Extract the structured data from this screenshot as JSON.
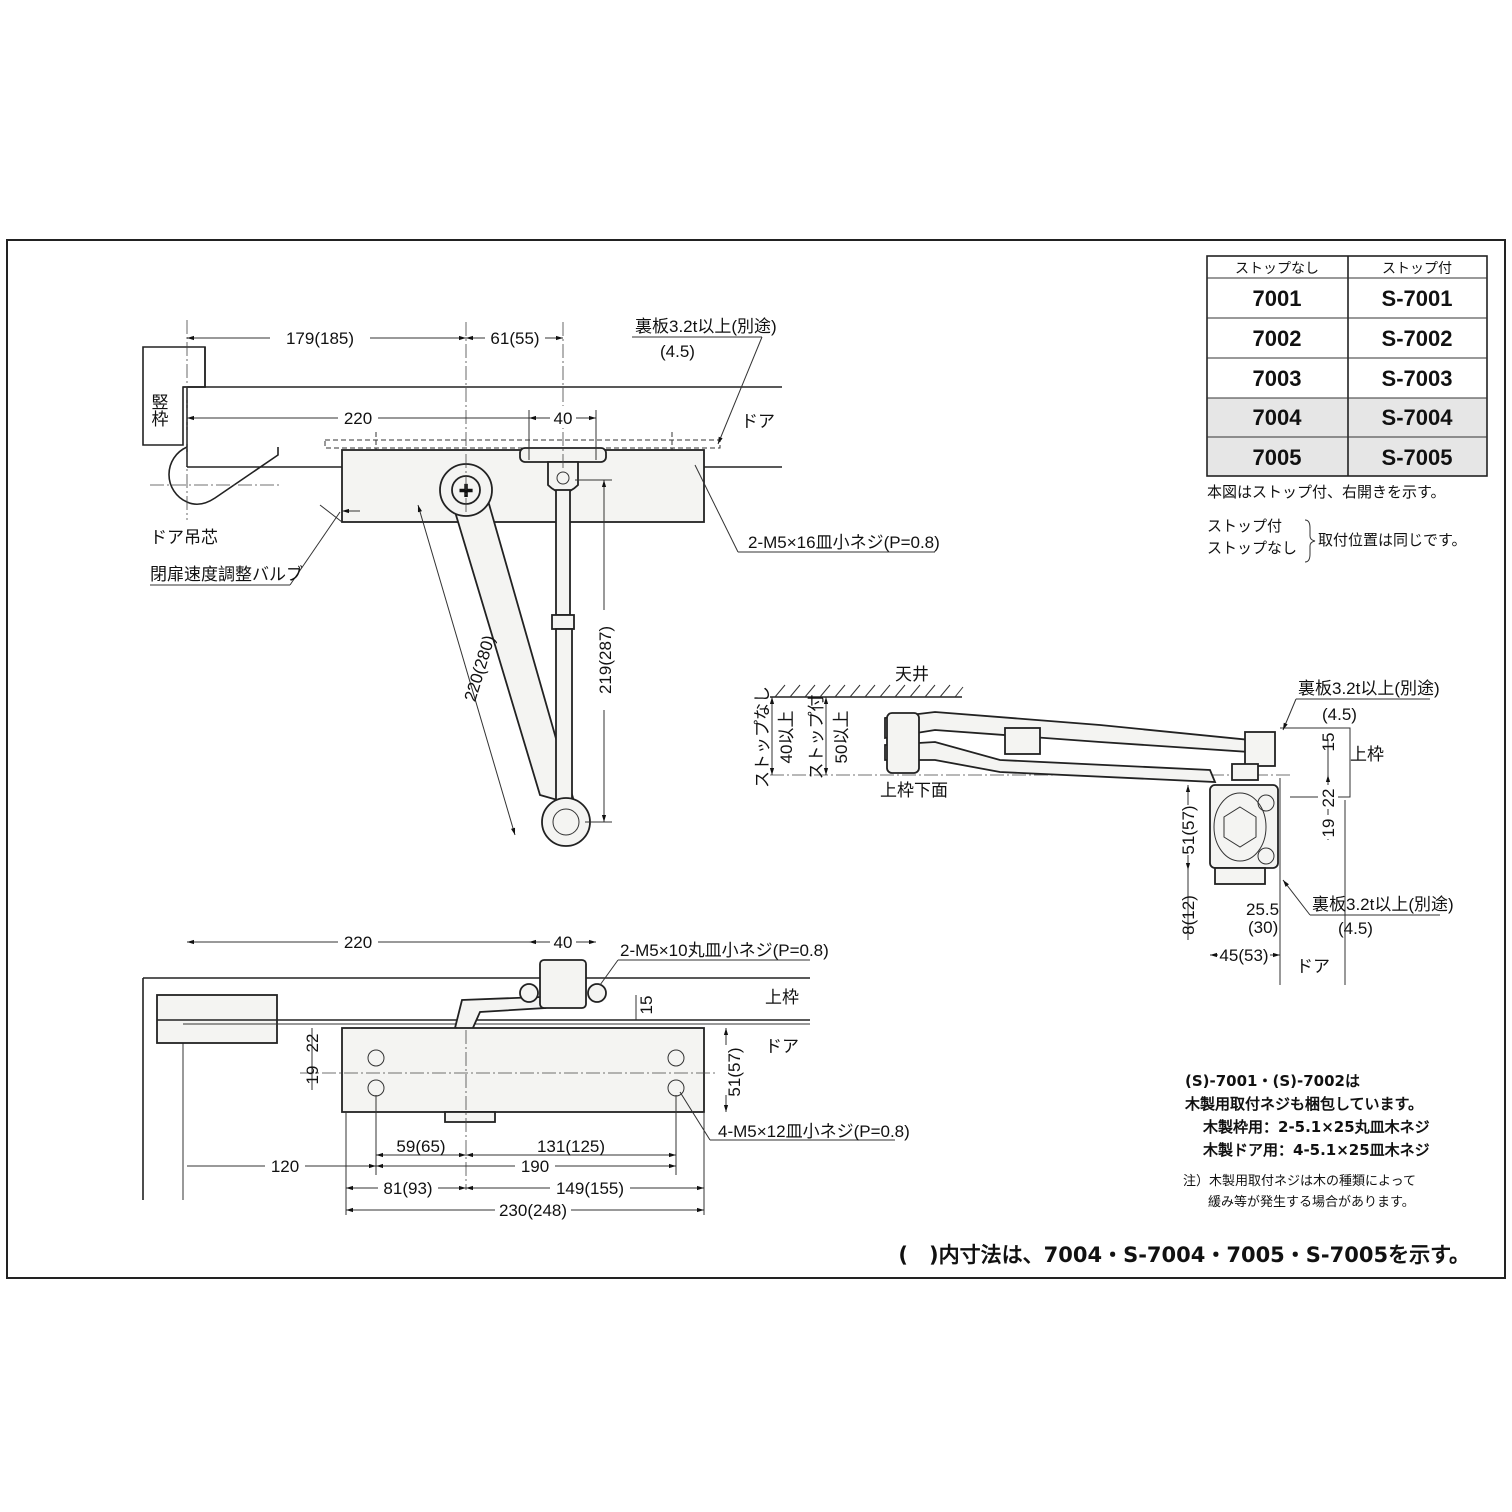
{
  "model_table": {
    "headers": [
      "ストップなし",
      "ストップ付"
    ],
    "rows": [
      [
        "7001",
        "S-7001"
      ],
      [
        "7002",
        "S-7002"
      ],
      [
        "7003",
        "S-7003"
      ],
      [
        "7004",
        "S-7004"
      ],
      [
        "7005",
        "S-7005"
      ]
    ],
    "highlight_color": "#e6e6e6"
  },
  "notes": {
    "figure_note": "本図はストップ付、右開きを示す。",
    "stop_with": "ストップ付",
    "stop_without": "ストップなし",
    "same_position": "取付位置は同じです。",
    "wood_title": "(S)-7001・(S)-7002は",
    "wood_line1": "木製用取付ネジも梱包しています。",
    "wood_frame": "木製枠用：2-5.1×25丸皿木ネジ",
    "wood_door": "木製ドア用：4-5.1×25皿木ネジ",
    "caution1": "注）木製用取付ネジは木の種類によって",
    "caution2": "緩み等が発生する場合があります。",
    "footer": "(　)内寸法は、7004・S-7004・7005・S-7005を示す。"
  },
  "plan_view": {
    "dim_179": "179(185)",
    "dim_61": "61(55)",
    "dim_220": "220",
    "dim_40": "40",
    "back_plate": "裏板3.2t以上(別途)",
    "back_plate_alt": "(4.5)",
    "jamb": "竪枠",
    "door": "ドア",
    "hinge_center": "ドア吊芯",
    "valve": "閉扉速度調整バルブ",
    "screw": "2-M5×16皿小ネジ(P=0.8)",
    "dim_arm": "220(280)",
    "dim_rod": "219(287)"
  },
  "side_view": {
    "ceiling": "天井",
    "no_stop": "ストップなし",
    "no_stop_min": "40以上",
    "with_stop": "ストップ付",
    "with_stop_min": "50以上",
    "frame_bottom": "上枠下面",
    "back_plate": "裏板3.2t以上(別途)",
    "back_plate_alt": "(4.5)",
    "dim_15": "15",
    "frame": "上枠",
    "dim_22": "22",
    "dim_19": "19",
    "dim_51": "51(57)",
    "dim_8": "8(12)",
    "dim_25": "25.5",
    "dim_25_alt": "(30)",
    "dim_45": "45(53)",
    "back_plate2": "裏板3.2t以上(別途)",
    "back_plate2_alt": "(4.5)",
    "door": "ドア"
  },
  "front_view": {
    "dim_220": "220",
    "dim_40": "40",
    "screw_top": "2-M5×10丸皿小ネジ(P=0.8)",
    "frame": "上枠",
    "dim_15": "15",
    "door": "ドア",
    "dim_22": "22",
    "dim_19": "19",
    "dim_51": "51(57)",
    "screw_body": "4-M5×12皿小ネジ(P=0.8)",
    "dim_59": "59(65)",
    "dim_131": "131(125)",
    "dim_120": "120",
    "dim_190": "190",
    "dim_81": "81(93)",
    "dim_149": "149(155)",
    "dim_230": "230(248)"
  }
}
